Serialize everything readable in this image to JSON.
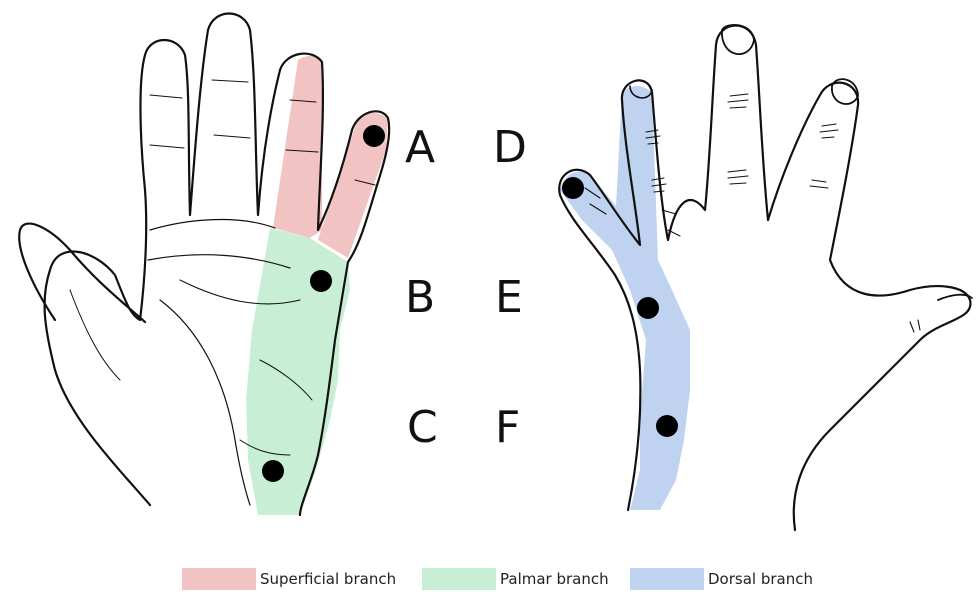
{
  "labels": {
    "a": "A",
    "b": "B",
    "c": "C",
    "d": "D",
    "e": "E",
    "f": "F"
  },
  "legend": [
    {
      "name": "Superficial branch",
      "color": "#f2c3c3"
    },
    {
      "name": "Palmar branch",
      "color": "#c8efd6"
    },
    {
      "name": "Dorsal branch",
      "color": "#bfd3f0"
    }
  ],
  "colors": {
    "superficial": "#f2c3c3",
    "palmar": "#c8efd6",
    "dorsal": "#bfd3f0",
    "outline": "#111111",
    "dot": "#000000"
  }
}
